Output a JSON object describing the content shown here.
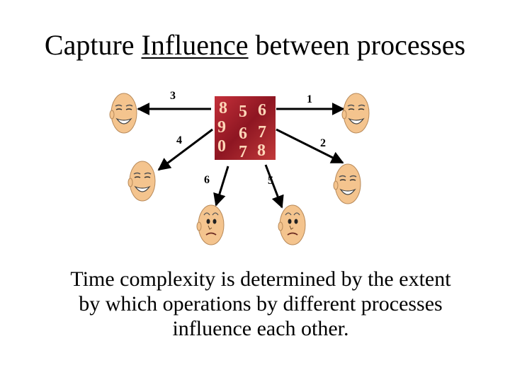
{
  "title": {
    "prefix": "Capture ",
    "emphasis": "Influence",
    "suffix": " between processes"
  },
  "diagram": {
    "center_digits": [
      "8",
      "5",
      "6",
      "9",
      "6",
      "7",
      "0",
      "7",
      "8"
    ],
    "edges": [
      {
        "label": "3"
      },
      {
        "label": "1"
      },
      {
        "label": "4"
      },
      {
        "label": "2"
      },
      {
        "label": "6"
      },
      {
        "label": "5"
      }
    ],
    "faces": [
      {
        "expression": "smile"
      },
      {
        "expression": "smile"
      },
      {
        "expression": "smile"
      },
      {
        "expression": "smile"
      },
      {
        "expression": "frown"
      },
      {
        "expression": "frown"
      }
    ],
    "colors": {
      "face_fill": "#f4c48e",
      "face_stroke": "#b88a5a",
      "arrow": "#000000",
      "center_bg": "#a8202a"
    }
  },
  "caption": {
    "lines": [
      "Time complexity is determined by the extent",
      "by which operations by different processes",
      "influence each other."
    ]
  }
}
